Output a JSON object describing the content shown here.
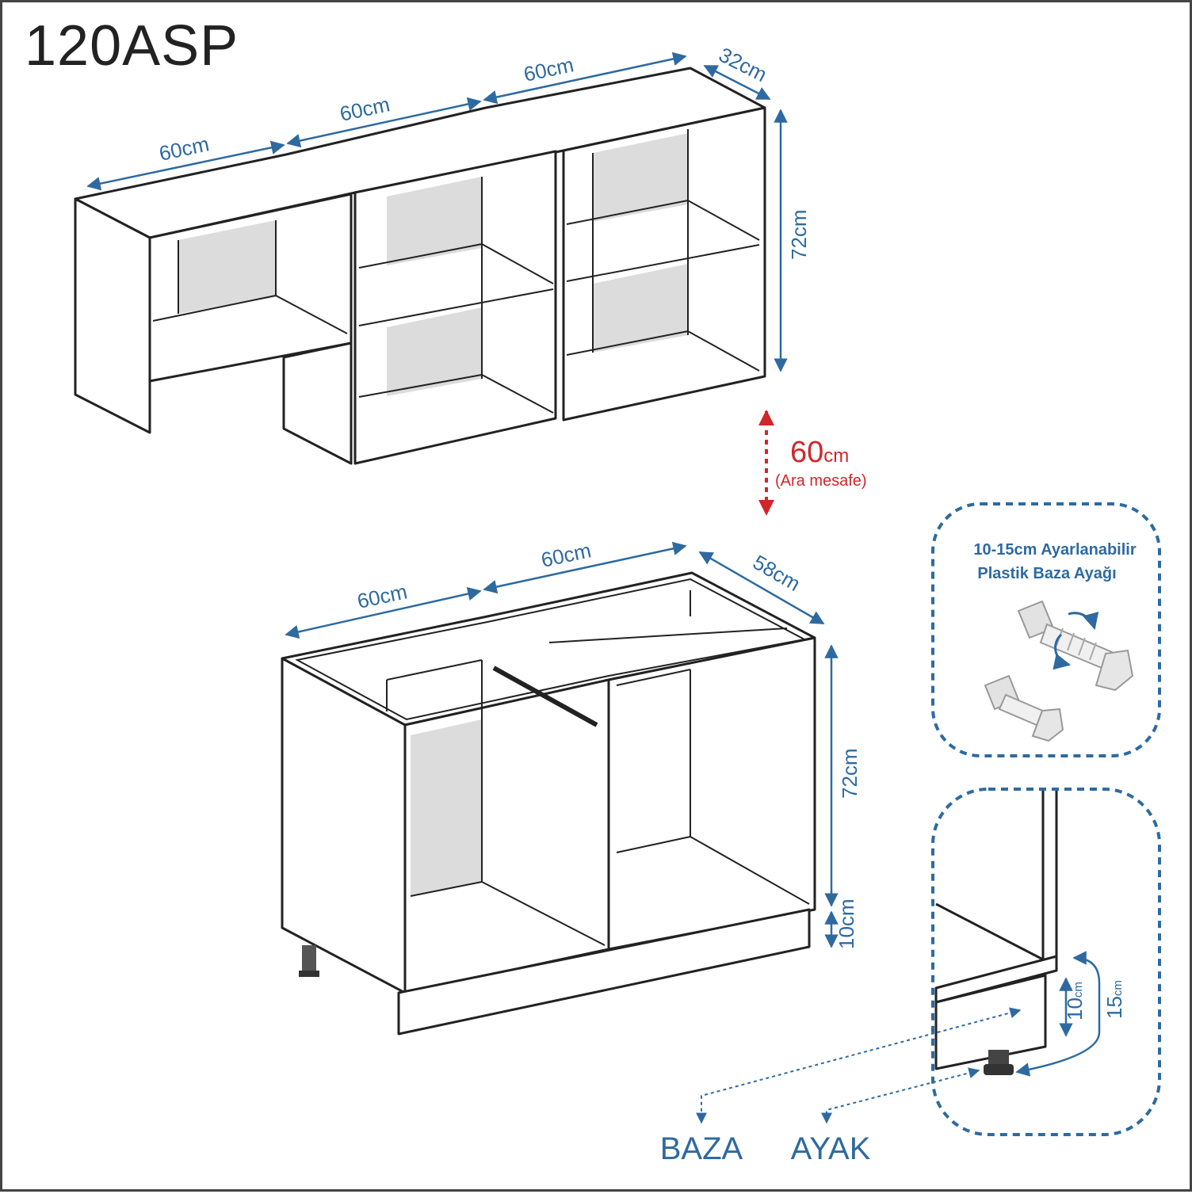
{
  "model_code": "120ASP",
  "upper_unit": {
    "width_labels": [
      "60cm",
      "60cm",
      "60cm"
    ],
    "depth_label": "32cm",
    "height_label": "72cm"
  },
  "gap": {
    "value": "60",
    "unit": "cm",
    "note": "(Ara mesafe)"
  },
  "lower_unit": {
    "width_labels": [
      "60cm",
      "60cm"
    ],
    "depth_label": "58cm",
    "height_label": "72cm",
    "plinth_label": "10cm"
  },
  "leg_callout": {
    "line1": "10-15cm Ayarlanabilir",
    "line2": "Plastik Baza Ayağı"
  },
  "detail_callout": {
    "min_label": "10",
    "max_label": "15",
    "unit": "cm"
  },
  "labels": {
    "baza": "BAZA",
    "ayak": "AYAK"
  },
  "colors": {
    "dimension_blue": "#2e6aa0",
    "gap_red": "#d0262a",
    "line": "#222222"
  }
}
